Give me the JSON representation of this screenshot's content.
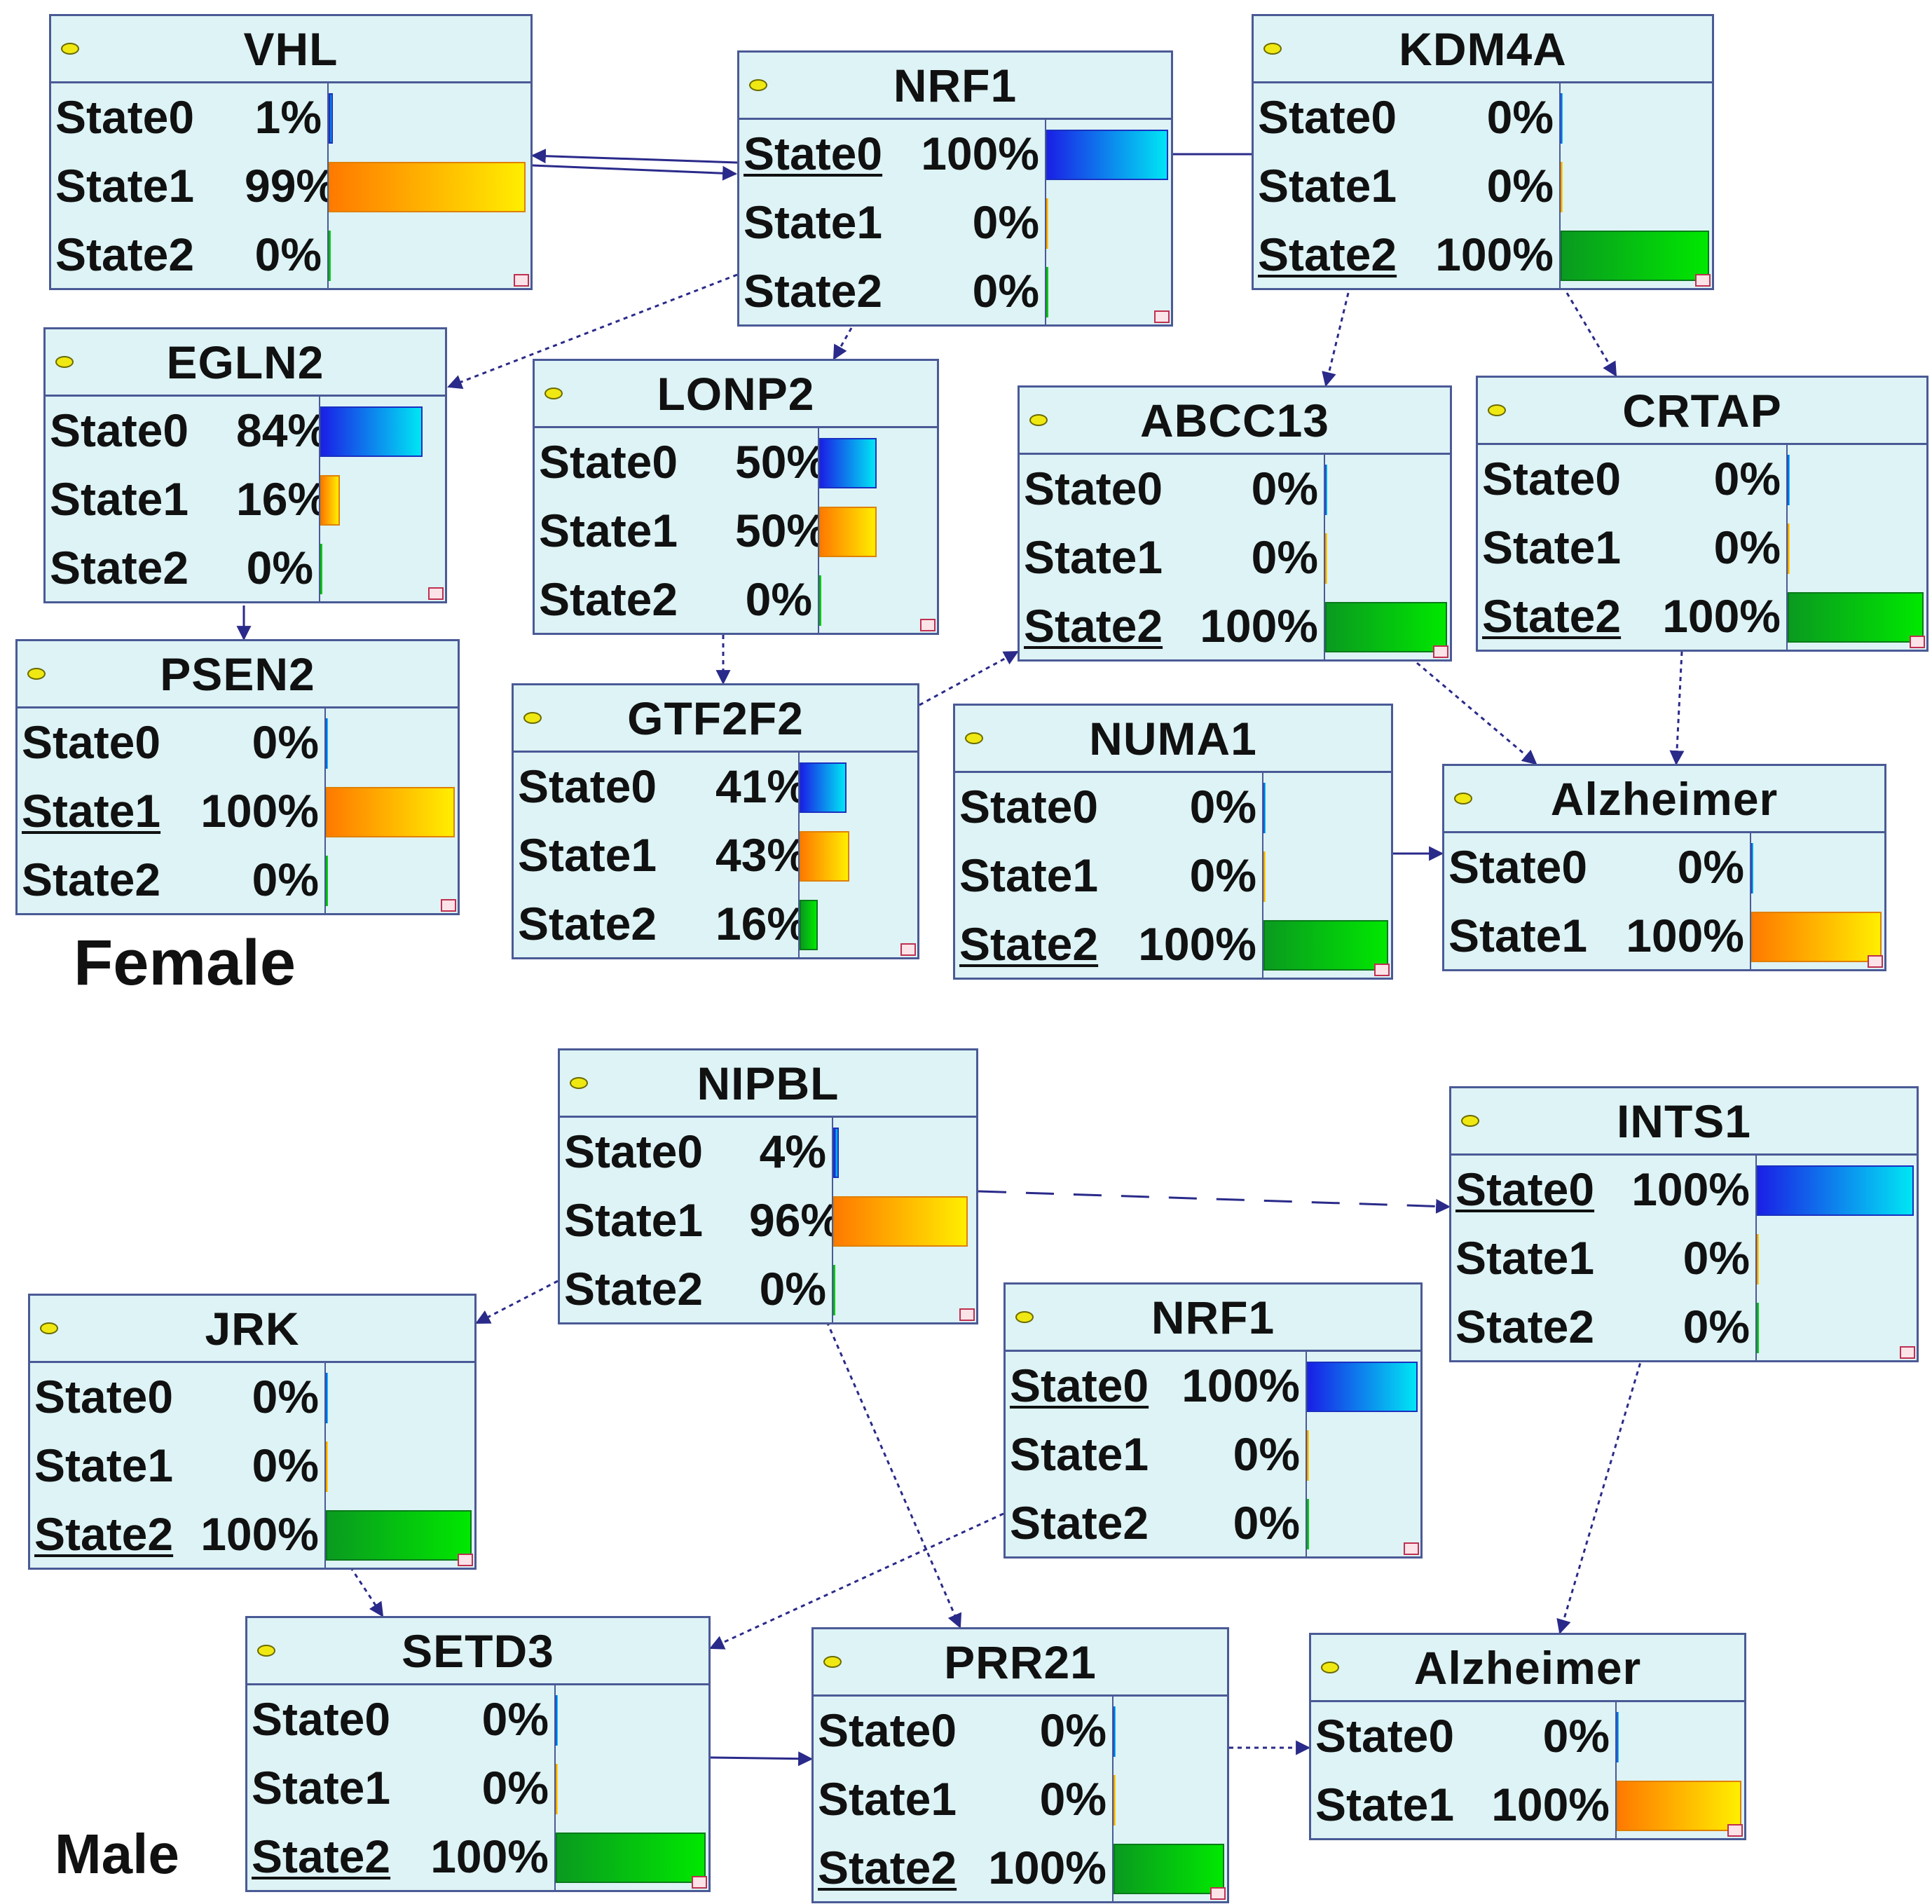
{
  "labels": {
    "female": "Female",
    "male": "Male"
  },
  "colors": {
    "node_bg": "#ddf3f5",
    "border": "#4a5a96",
    "edge": "#2a2a8a",
    "state0_bar": "#1a20e6",
    "state1_bar": "#ff9a00",
    "state2_bar": "#0ac020"
  },
  "female": {
    "vhl": {
      "title": "VHL",
      "states": [
        {
          "label": "State0",
          "pct": "1%",
          "value": 1
        },
        {
          "label": "State1",
          "pct": "99%",
          "value": 99
        },
        {
          "label": "State2",
          "pct": "0%",
          "value": 0
        }
      ]
    },
    "nrf1": {
      "title": "NRF1",
      "states": [
        {
          "label": "State0",
          "pct": "100%",
          "value": 100,
          "active": true
        },
        {
          "label": "State1",
          "pct": "0%",
          "value": 0
        },
        {
          "label": "State2",
          "pct": "0%",
          "value": 0
        }
      ]
    },
    "kdm4a": {
      "title": "KDM4A",
      "states": [
        {
          "label": "State0",
          "pct": "0%",
          "value": 0
        },
        {
          "label": "State1",
          "pct": "0%",
          "value": 0
        },
        {
          "label": "State2",
          "pct": "100%",
          "value": 100,
          "active": true
        }
      ]
    },
    "egln2": {
      "title": "EGLN2",
      "states": [
        {
          "label": "State0",
          "pct": "84%",
          "value": 84
        },
        {
          "label": "State1",
          "pct": "16%",
          "value": 16
        },
        {
          "label": "State2",
          "pct": "0%",
          "value": 0
        }
      ]
    },
    "lonp2": {
      "title": "LONP2",
      "states": [
        {
          "label": "State0",
          "pct": "50%",
          "value": 50
        },
        {
          "label": "State1",
          "pct": "50%",
          "value": 50
        },
        {
          "label": "State2",
          "pct": "0%",
          "value": 0
        }
      ]
    },
    "abcc13": {
      "title": "ABCC13",
      "states": [
        {
          "label": "State0",
          "pct": "0%",
          "value": 0
        },
        {
          "label": "State1",
          "pct": "0%",
          "value": 0
        },
        {
          "label": "State2",
          "pct": "100%",
          "value": 100,
          "active": true
        }
      ]
    },
    "crtap": {
      "title": "CRTAP",
      "states": [
        {
          "label": "State0",
          "pct": "0%",
          "value": 0
        },
        {
          "label": "State1",
          "pct": "0%",
          "value": 0
        },
        {
          "label": "State2",
          "pct": "100%",
          "value": 100,
          "active": true
        }
      ]
    },
    "psen2": {
      "title": "PSEN2",
      "states": [
        {
          "label": "State0",
          "pct": "0%",
          "value": 0
        },
        {
          "label": "State1",
          "pct": "100%",
          "value": 100,
          "active": true
        },
        {
          "label": "State2",
          "pct": "0%",
          "value": 0
        }
      ]
    },
    "gtf2f2": {
      "title": "GTF2F2",
      "states": [
        {
          "label": "State0",
          "pct": "41%",
          "value": 41
        },
        {
          "label": "State1",
          "pct": "43%",
          "value": 43
        },
        {
          "label": "State2",
          "pct": "16%",
          "value": 16
        }
      ]
    },
    "numa1": {
      "title": "NUMA1",
      "states": [
        {
          "label": "State0",
          "pct": "0%",
          "value": 0
        },
        {
          "label": "State1",
          "pct": "0%",
          "value": 0
        },
        {
          "label": "State2",
          "pct": "100%",
          "value": 100,
          "active": true
        }
      ]
    },
    "alzheimer": {
      "title": "Alzheimer",
      "states": [
        {
          "label": "State0",
          "pct": "0%",
          "value": 0
        },
        {
          "label": "State1",
          "pct": "100%",
          "value": 100
        }
      ]
    }
  },
  "male": {
    "nipbl": {
      "title": "NIPBL",
      "states": [
        {
          "label": "State0",
          "pct": "4%",
          "value": 4
        },
        {
          "label": "State1",
          "pct": "96%",
          "value": 96
        },
        {
          "label": "State2",
          "pct": "0%",
          "value": 0
        }
      ]
    },
    "ints1": {
      "title": "INTS1",
      "states": [
        {
          "label": "State0",
          "pct": "100%",
          "value": 100,
          "active": true
        },
        {
          "label": "State1",
          "pct": "0%",
          "value": 0
        },
        {
          "label": "State2",
          "pct": "0%",
          "value": 0
        }
      ]
    },
    "jrk": {
      "title": "JRK",
      "states": [
        {
          "label": "State0",
          "pct": "0%",
          "value": 0
        },
        {
          "label": "State1",
          "pct": "0%",
          "value": 0
        },
        {
          "label": "State2",
          "pct": "100%",
          "value": 100,
          "active": true
        }
      ]
    },
    "nrf1": {
      "title": "NRF1",
      "states": [
        {
          "label": "State0",
          "pct": "100%",
          "value": 100,
          "active": true
        },
        {
          "label": "State1",
          "pct": "0%",
          "value": 0
        },
        {
          "label": "State2",
          "pct": "0%",
          "value": 0
        }
      ]
    },
    "setd3": {
      "title": "SETD3",
      "states": [
        {
          "label": "State0",
          "pct": "0%",
          "value": 0
        },
        {
          "label": "State1",
          "pct": "0%",
          "value": 0
        },
        {
          "label": "State2",
          "pct": "100%",
          "value": 100,
          "active": true
        }
      ]
    },
    "prr21": {
      "title": "PRR21",
      "states": [
        {
          "label": "State0",
          "pct": "0%",
          "value": 0
        },
        {
          "label": "State1",
          "pct": "0%",
          "value": 0
        },
        {
          "label": "State2",
          "pct": "100%",
          "value": 100,
          "active": true
        }
      ]
    },
    "alzheimer": {
      "title": "Alzheimer",
      "states": [
        {
          "label": "State0",
          "pct": "0%",
          "value": 0
        },
        {
          "label": "State1",
          "pct": "100%",
          "value": 100
        }
      ]
    }
  }
}
